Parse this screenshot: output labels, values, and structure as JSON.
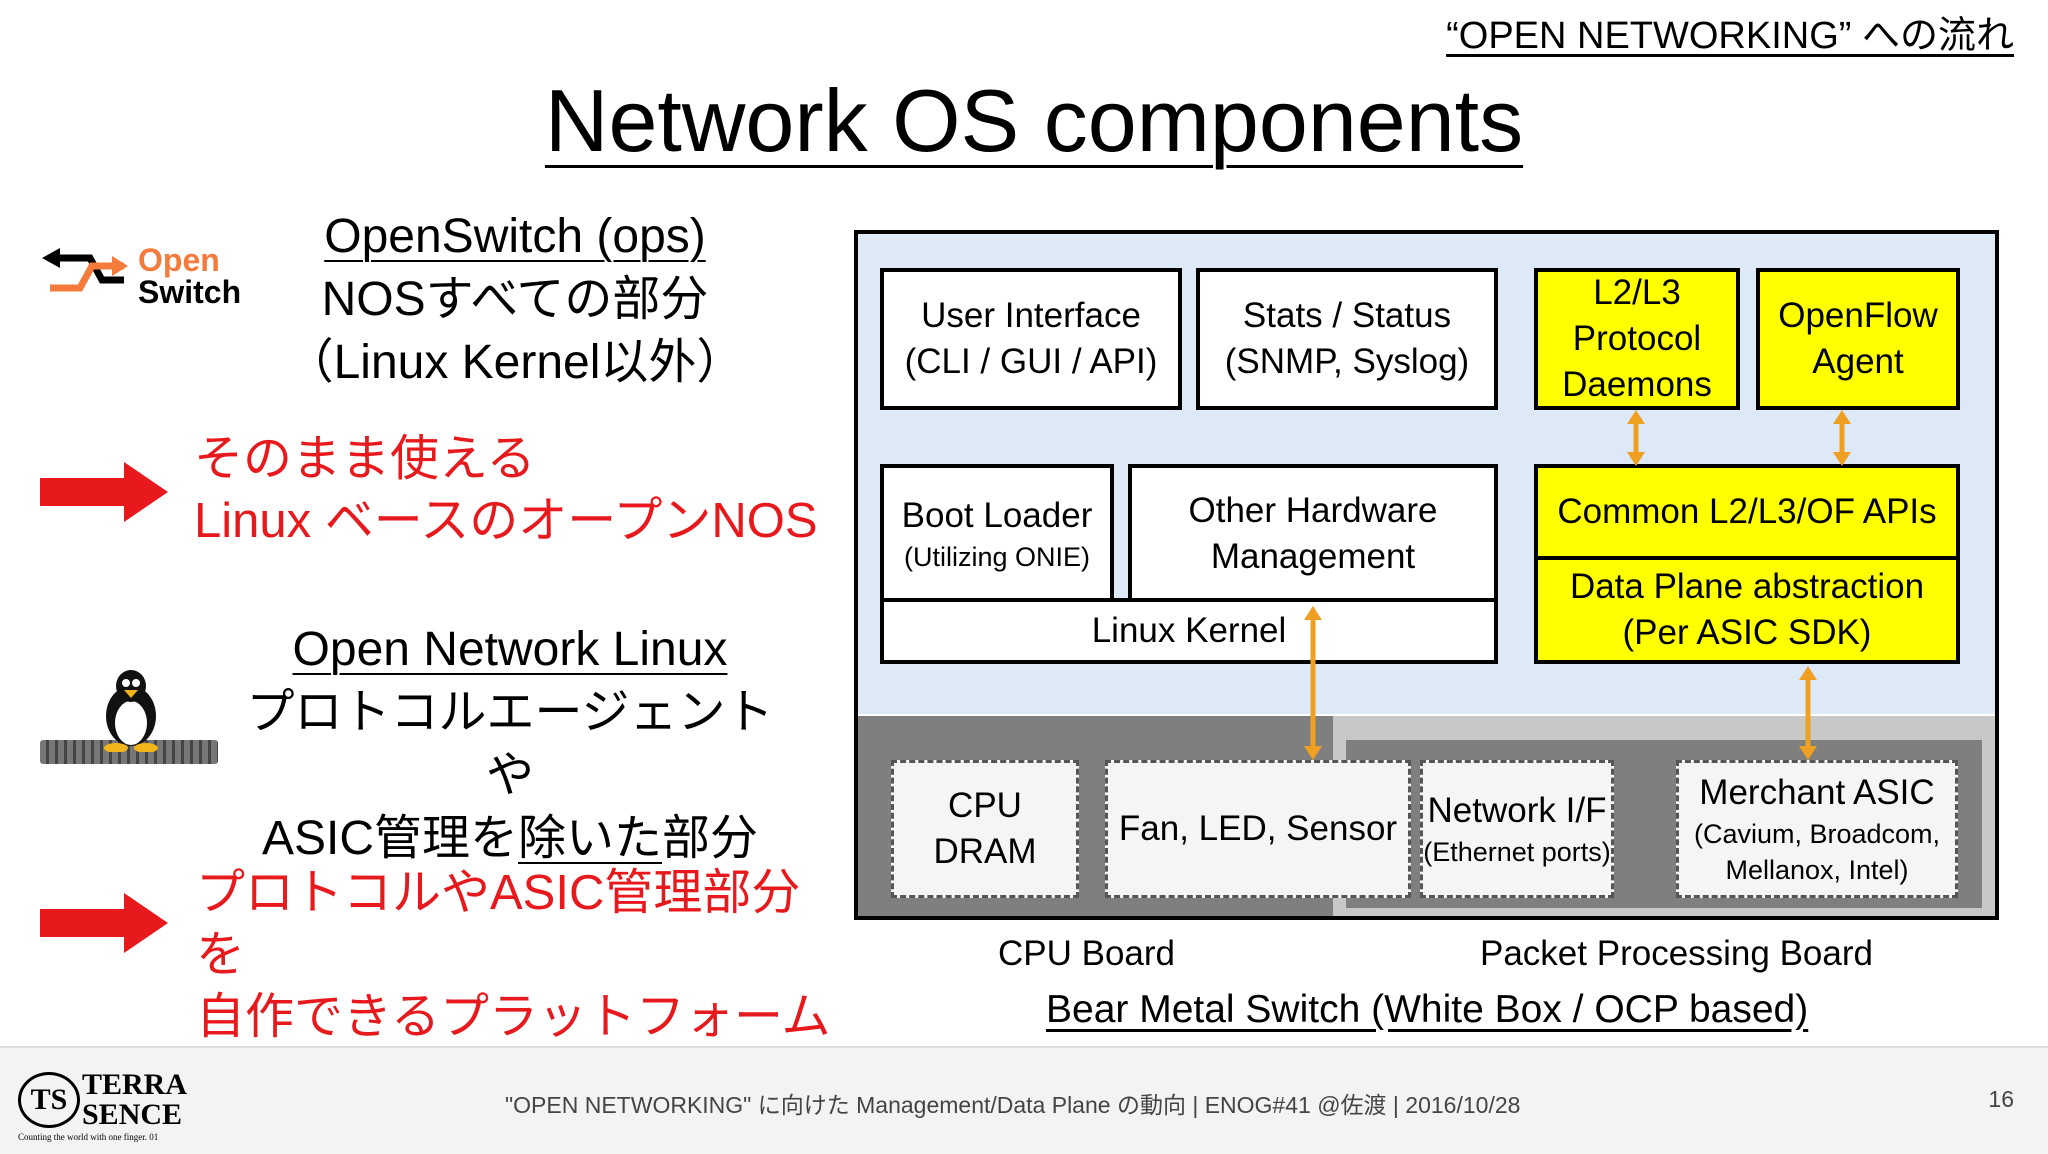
{
  "header": {
    "topright": "“OPEN NETWORKING” への流れ",
    "title": "Network OS components"
  },
  "left": {
    "logo_open": "Open",
    "logo_switch": "Switch",
    "ops_title": "OpenSwitch (ops)",
    "ops_line1": "NOSすべての部分",
    "ops_line2": "（Linux Kernel以外）",
    "red1_line1": "そのまま使える",
    "red1_line2": "Linux ベースのオープンNOS",
    "onl_title": "Open Network Linux",
    "onl_line1": "プロトコルエージェントや",
    "onl_line2a": "ASIC管理を",
    "onl_line2b": "除いた",
    "onl_line2c": "部分",
    "red2_line1": "プロトコルやASIC管理部分を",
    "red2_line2": "自作できるプラットフォーム"
  },
  "diagram": {
    "ui_1": "User Interface",
    "ui_2": "(CLI / GUI / API)",
    "stats_1": "Stats / Status",
    "stats_2": "(SNMP, Syslog)",
    "l2l3_1": "L2/L3",
    "l2l3_2": "Protocol",
    "l2l3_3": "Daemons",
    "of_1": "OpenFlow",
    "of_2": "Agent",
    "boot_1": "Boot Loader",
    "boot_2": "(Utilizing ONIE)",
    "ohw_1": "Other Hardware",
    "ohw_2": "Management",
    "kernel": "Linux Kernel",
    "apis": "Common L2/L3/OF APIs",
    "dpa_1": "Data Plane abstraction",
    "dpa_2": "(Per ASIC SDK)",
    "cpu_1": "CPU",
    "cpu_2": "DRAM",
    "fan": "Fan, LED, Sensor",
    "nif_1": "Network I/F",
    "nif_2": "(Ethernet ports)",
    "asic_1": "Merchant ASIC",
    "asic_2": "(Cavium, Broadcom,",
    "asic_3": "Mellanox, Intel)",
    "cpu_board": "CPU Board",
    "ppb": "Packet Processing Board",
    "bms": "Bear Metal Switch (White Box / OCP based)"
  },
  "footer": {
    "logo_ts": "TS",
    "logo_terra": "TERRA",
    "logo_sence": "SENCE",
    "logo_tag": "Counting the world with one finger. 01",
    "text": "\"OPEN NETWORKING\" に向けた Management/Data Plane の動向 | ENOG#41 @佐渡 | 2016/10/28",
    "page": "16"
  },
  "colors": {
    "accent_red": "#e8191c",
    "yellow": "#ffff00",
    "os_bg": "#dde9f6",
    "arrow": "#f4b183"
  }
}
